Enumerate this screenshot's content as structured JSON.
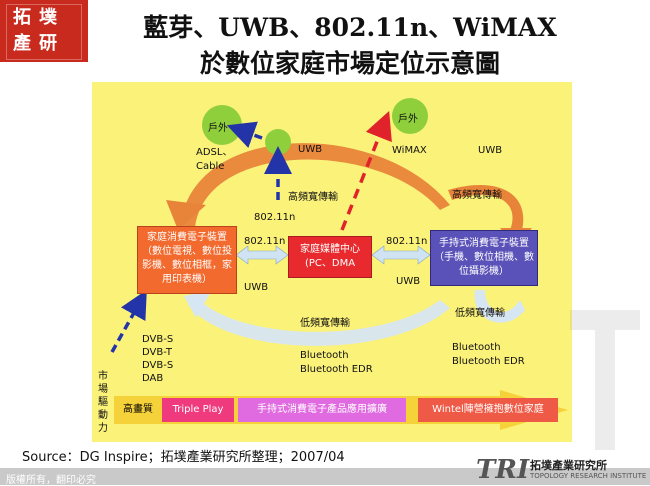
{
  "logo": {
    "chars": [
      "拓",
      "墣",
      "產",
      "研"
    ]
  },
  "title": {
    "line1": "藍芽、UWB、802.11n、WiMAX",
    "line2": "於數位家庭市場定位示意圖"
  },
  "nodes": {
    "outdoor_left": "戶外",
    "outdoor_right": "戶外",
    "home_device": "家庭消費電子裝置（數位電視、數位投影機、數位相框，家用印表機）",
    "media_center": "家庭媒體中心 (PC、DMA",
    "handheld": "手持式消費電子裝置（手機、數位相機、數位攝影機）"
  },
  "labels": {
    "adsl": "ADSL、Cable",
    "uwb_top": "UWB",
    "wimax": "WiMAX",
    "uwb_right": "UWB",
    "hf_left": "高頻寬傳輸",
    "hf_right": "高頻寬傳輸",
    "n80211_top": "802.11n",
    "n80211_left": "802.11n",
    "n80211_right": "802.11n",
    "uwb_left": "UWB",
    "uwb_mid": "UWB",
    "lf_mid": "低頻寬傳輸",
    "lf_right": "低頻寬傳輸",
    "bt_left1": "Bluetooth",
    "bt_left2": "Bluetooth EDR",
    "bt_right1": "Bluetooth",
    "bt_right2": "Bluetooth EDR",
    "dvb": [
      "DVB-S",
      "DVB-T",
      "DVB-S",
      "DAB"
    ],
    "market_drive": [
      "市",
      "場",
      "驅",
      "動",
      "力"
    ]
  },
  "timeline": [
    "高畫質",
    "Triple Play",
    "手持式消費電子產品應用擴廣",
    "Wintel陣營擁抱數位家庭"
  ],
  "source": "Source：DG Inspire；拓墣產業研究所整理；2007/04",
  "footer": {
    "copyright": "版權所有，翻印必究",
    "brand": "拓墣產業研究所",
    "brand_en": "TOPOLOGY RESEARCH INSTITUTE",
    "tri": "TRI"
  },
  "colors": {
    "panel": "#fbf27a",
    "logo": "#c92a1e",
    "arrow_orange": "#e8843a",
    "node_green": "#8fcf3c",
    "handheld_blue": "#5a52b8"
  }
}
